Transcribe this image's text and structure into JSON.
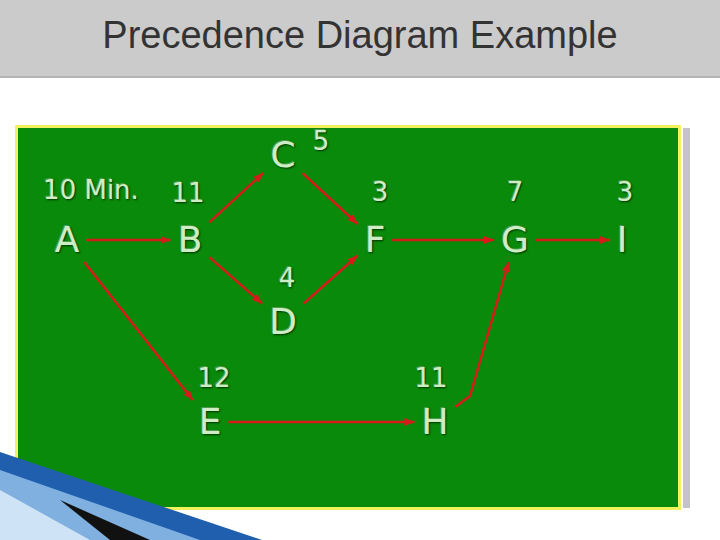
{
  "diagram": {
    "title": "Precedence Diagram Example",
    "nodes": [
      {
        "text": [
          "10 Min.",
          "A"
        ]
      },
      {
        "text": [
          "11",
          "B"
        ]
      },
      {
        "text": [
          "C",
          "5"
        ]
      },
      {
        "text": [
          "4",
          "D"
        ]
      },
      {
        "text": [
          "12",
          "E"
        ]
      },
      {
        "text": [
          "3",
          "F"
        ]
      },
      {
        "text": [
          "7",
          "G"
        ]
      },
      {
        "text": [
          "11",
          "H"
        ]
      },
      {
        "text": [
          "3",
          "I"
        ]
      }
    ],
    "edges": [
      {
        "from": 0,
        "to": 1,
        "arrow": "to"
      },
      {
        "from": 1,
        "to": 2,
        "arrow": "to"
      },
      {
        "from": 1,
        "to": 3,
        "arrow": "to"
      },
      {
        "from": 0,
        "to": 4,
        "arrow": "to"
      },
      {
        "from": 2,
        "to": 5,
        "arrow": "to"
      },
      {
        "from": 3,
        "to": 5,
        "arrow": "to"
      },
      {
        "from": 4,
        "to": 7,
        "arrow": "to"
      },
      {
        "from": 5,
        "to": 6,
        "arrow": "to"
      },
      {
        "from": 7,
        "to": 6,
        "arrow": "to"
      },
      {
        "from": 6,
        "to": 8,
        "arrow": "to"
      }
    ]
  }
}
